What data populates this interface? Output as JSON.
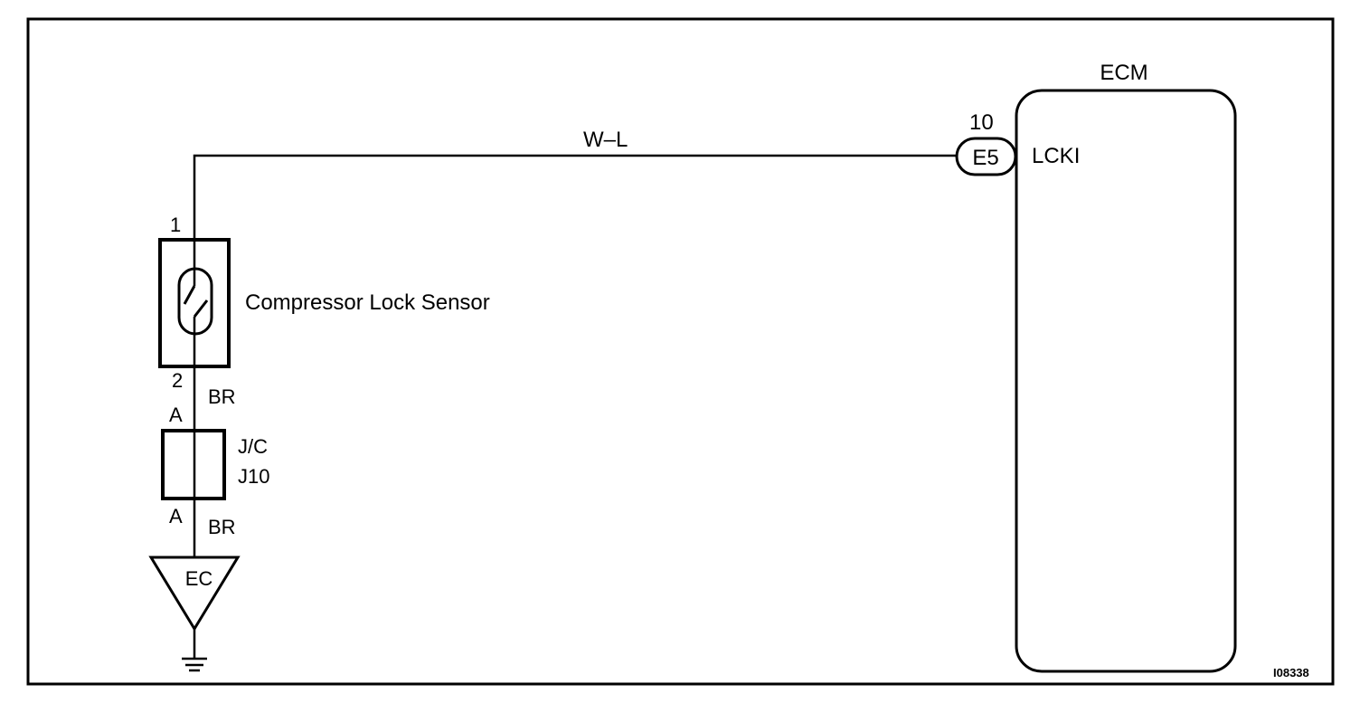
{
  "wire_top": {
    "color_code": "W–L"
  },
  "ecm": {
    "title": "ECM",
    "connector_pin": "10",
    "connector_id": "E5",
    "terminal_name": "LCKI"
  },
  "sensor": {
    "name": "Compressor Lock Sensor",
    "pin_top": "1",
    "pin_bottom": "2"
  },
  "wire_bottom_upper": {
    "color_code": "BR"
  },
  "wire_bottom_lower": {
    "color_code": "BR"
  },
  "junction": {
    "name": "J/C",
    "id": "J10",
    "terminal_in": "A",
    "terminal_out": "A"
  },
  "ground": {
    "label": "EC"
  },
  "figure_code": "I08338"
}
